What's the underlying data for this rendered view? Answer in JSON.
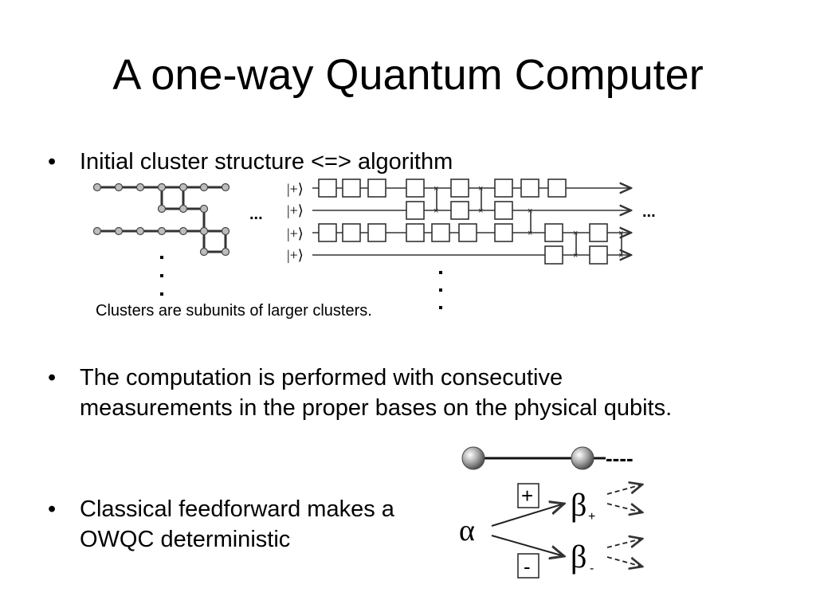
{
  "title": "A one-way Quantum Computer",
  "bullet_glyph": "•",
  "bullets": [
    "Initial cluster structure <=> algorithm",
    "The computation is performed with consecutive measurements in the proper bases on the physical qubits.",
    "Classical feedforward makes a OWQC deterministic"
  ],
  "cluster_figure": {
    "ellipsis": "...",
    "ket_label": "|+⟩",
    "ket_count": 4
  },
  "caption": "Clusters are subunits of larger clusters.",
  "feedforward_figure": {
    "dashes": "----",
    "alpha": "α",
    "beta": "β",
    "plus_box": "+",
    "minus_box": "-",
    "plus_sub": "+",
    "minus_sub": "-"
  }
}
